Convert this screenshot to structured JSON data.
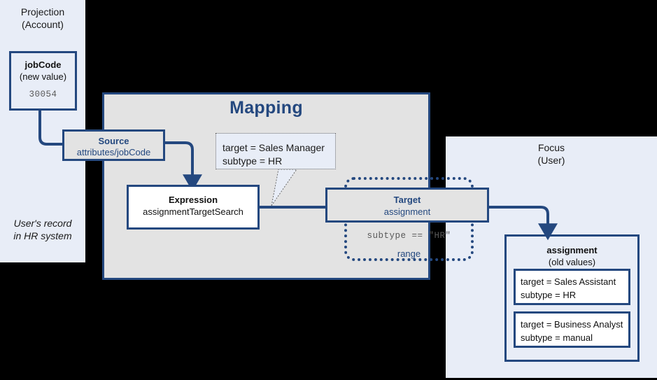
{
  "colors": {
    "navy": "#24487f",
    "panel_bg": "#e8edf7",
    "mapping_bg": "#e3e3e3",
    "page_bg": "#000000",
    "mono_text": "#595959"
  },
  "projection_panel": {
    "title_line1": "Projection",
    "title_line2": "(Account)",
    "note_line1": "User's record",
    "note_line2": "in HR system",
    "jobcode_box": {
      "title": "jobCode",
      "subtitle": "(new value)",
      "value": "30054"
    }
  },
  "mapping_panel": {
    "title": "Mapping",
    "source_box": {
      "title": "Source",
      "subtitle": "attributes/jobCode"
    },
    "expression_box": {
      "title": "Expression",
      "subtitle": "assignmentTargetSearch"
    },
    "callout": {
      "line1": "target = Sales Manager",
      "line2": "subtype = HR"
    },
    "target_box": {
      "title": "Target",
      "subtitle": "assignment"
    },
    "range_container": {
      "condition": "subtype == \"HR\"",
      "label": "range"
    }
  },
  "focus_panel": {
    "title_line1": "Focus",
    "title_line2": "(User)",
    "assignment_box": {
      "title": "assignment",
      "subtitle": "(old values)",
      "values": [
        {
          "line1": "target = Sales Assistant",
          "line2": "subtype = HR"
        },
        {
          "line1": "target = Business Analyst",
          "line2": "subtype = manual"
        }
      ]
    }
  }
}
